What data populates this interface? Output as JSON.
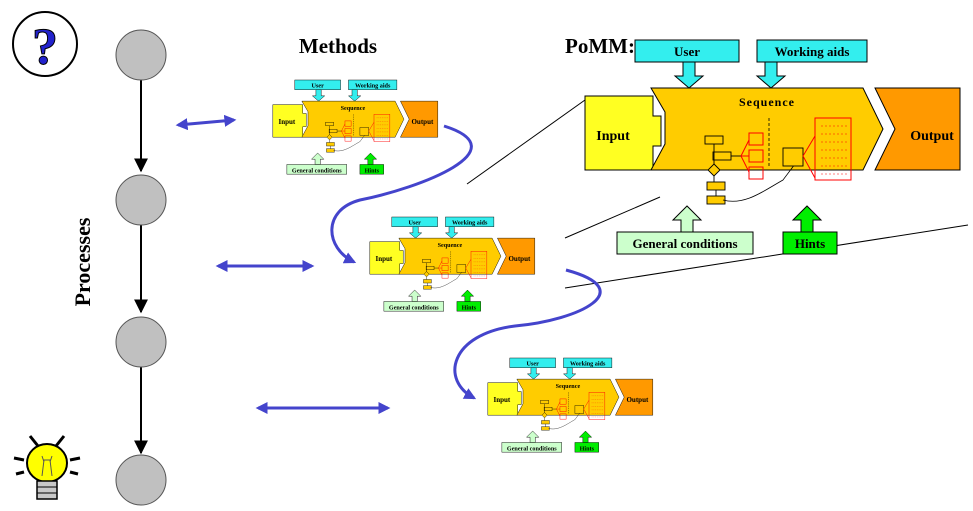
{
  "titles": {
    "methods": "Methods",
    "pomm": "PoMM:",
    "processes": "Processes"
  },
  "icons": {
    "question": "?",
    "question_icon": "question-circle-icon",
    "idea_icon": "lightbulb-icon"
  },
  "module": {
    "input": "Input",
    "output": "Output",
    "sequence": "Sequence",
    "user": "User",
    "working_aids": "Working aids",
    "general_conditions": "General conditions",
    "hints": "Hints"
  },
  "colors": {
    "cyan": "#33eeee",
    "input_yellow": "#ffff22",
    "sequence_gold": "#ffcc00",
    "output_orange": "#ff9900",
    "pale_green": "#ccffcc",
    "green": "#00ee00",
    "red": "#ff0000",
    "blue_arrow": "#4444cc",
    "node_gray": "#c0c0c0"
  }
}
